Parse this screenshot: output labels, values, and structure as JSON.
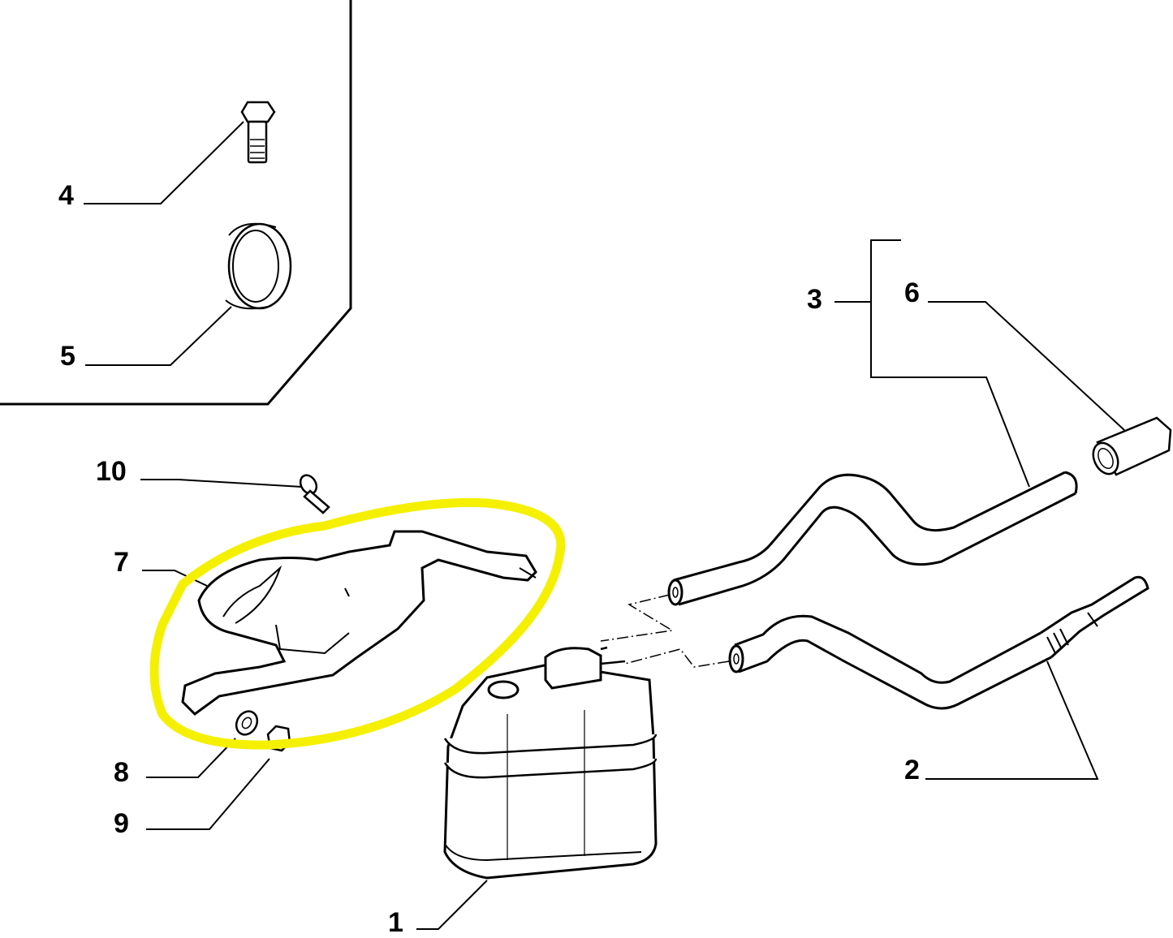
{
  "diagram": {
    "type": "exploded-parts-diagram",
    "background": "#ffffff",
    "line_color": "#000000",
    "highlight": {
      "color": "#f5f000",
      "shape": "hand-drawn ellipse",
      "encircles_part": "7"
    },
    "inset_panel": {
      "contains_parts": [
        "4",
        "5"
      ]
    },
    "bracket_group": {
      "label": "3",
      "includes": [
        "6"
      ]
    }
  },
  "callouts": [
    {
      "id": "1",
      "label": "1",
      "part": "carbon-canister"
    },
    {
      "id": "2",
      "label": "2",
      "part": "lower-hose-with-connector"
    },
    {
      "id": "3",
      "label": "3",
      "part": "upper-hose-assembly"
    },
    {
      "id": "4",
      "label": "4",
      "part": "hex-bolt"
    },
    {
      "id": "5",
      "label": "5",
      "part": "hose-clamp"
    },
    {
      "id": "6",
      "label": "6",
      "part": "hose-connector-fitting"
    },
    {
      "id": "7",
      "label": "7",
      "part": "canister-mounting-bracket"
    },
    {
      "id": "8",
      "label": "8",
      "part": "washer"
    },
    {
      "id": "9",
      "label": "9",
      "part": "nut"
    },
    {
      "id": "10",
      "label": "10",
      "part": "bolt"
    }
  ]
}
